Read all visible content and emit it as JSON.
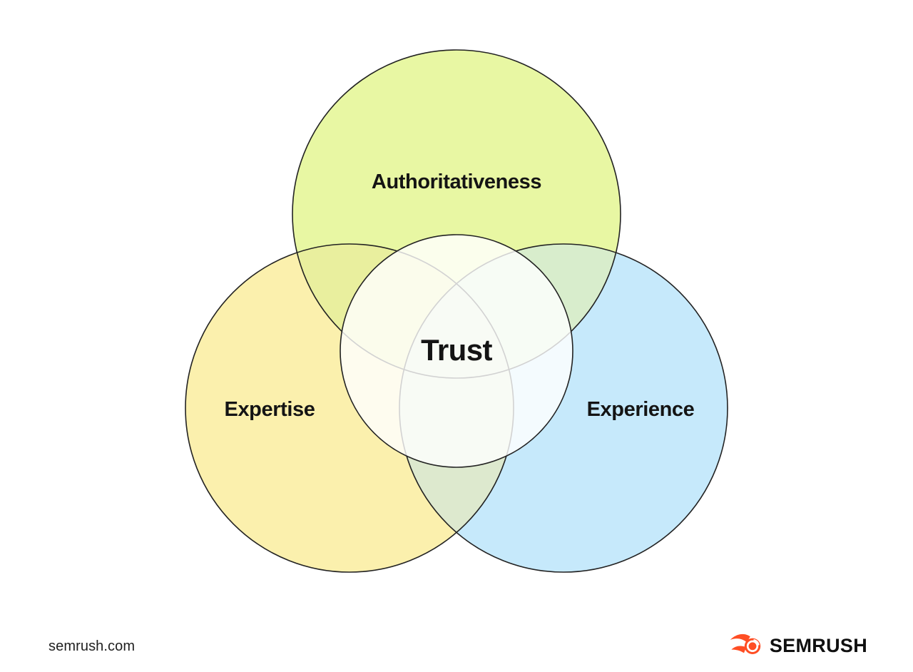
{
  "diagram": {
    "circles": [
      {
        "id": "authoritativeness",
        "label": "Authoritativeness",
        "color": "#e8f7a3"
      },
      {
        "id": "expertise",
        "label": "Expertise",
        "color": "#fbf0ad"
      },
      {
        "id": "experience",
        "label": "Experience",
        "color": "#c6e9fb"
      }
    ],
    "overlaps": {
      "authoritativeness_expertise": "#e9ef9e",
      "authoritativeness_experience": "#d8edcc",
      "expertise_experience": "#dde9ce"
    },
    "center": {
      "label": "Trust",
      "fill": "#ffffff"
    },
    "outline_color": "#222222",
    "label_color": "#141414"
  },
  "footer": {
    "site_text": "semrush.com",
    "logo_text": "SEMRUSH",
    "logo_color": "#ff4e24"
  }
}
